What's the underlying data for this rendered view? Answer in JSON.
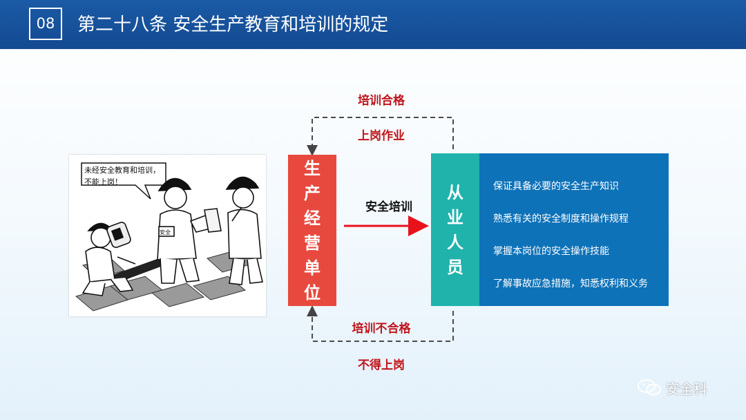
{
  "header": {
    "section_number": "08",
    "title": "第二十八条 安全生产教育和培训的规定"
  },
  "cartoon": {
    "speech_bubble": "未经安全教育和培训，不能上岗！",
    "armband": "安全"
  },
  "diagram": {
    "left_box": {
      "chars": [
        "生",
        "产",
        "经",
        "营",
        "单",
        "位"
      ],
      "color": "#e8493e"
    },
    "right_box": {
      "chars": [
        "从",
        "业",
        "人",
        "员"
      ],
      "color": "#1fb3ac"
    },
    "arrow_label": "安全培训",
    "top_loop": {
      "label_top": "培训合格",
      "label_bottom": "上岗作业"
    },
    "bottom_loop": {
      "label_top": "培训不合格",
      "label_bottom": "不得上岗"
    },
    "requirements": [
      "保证具备必要的安全生产知识",
      "熟悉有关的安全制度和操作规程",
      "掌握本岗位的安全操作技能",
      "了解事故应急措施，知悉权利和义务"
    ],
    "panel_color": "#0e72b8",
    "label_color": "#c0141b"
  },
  "watermark": {
    "text": "安全科",
    "icon": "wechat-icon"
  }
}
